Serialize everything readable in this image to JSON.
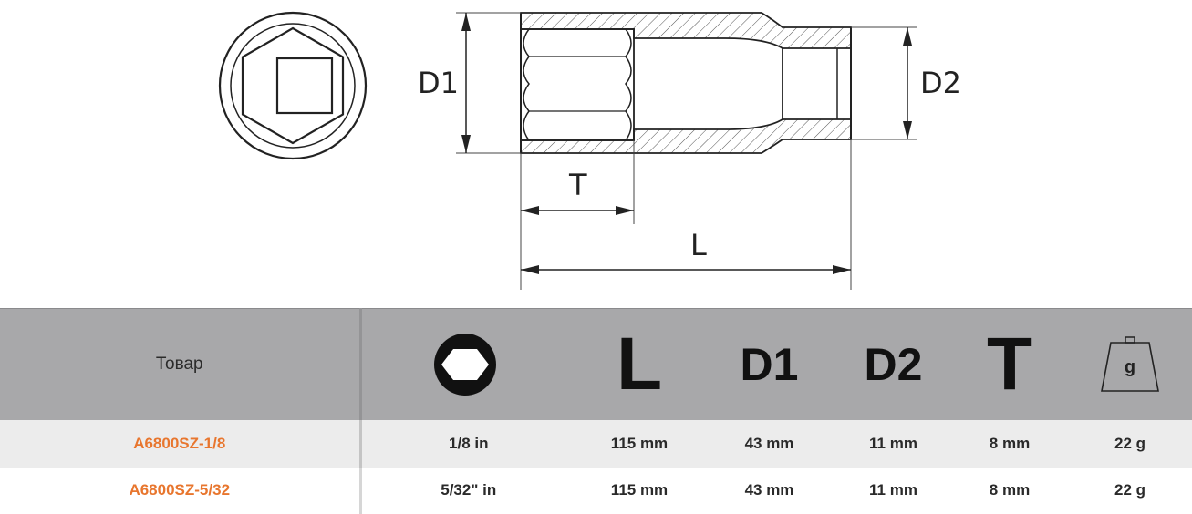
{
  "drawing": {
    "labels": {
      "d1": "D1",
      "d2": "D2",
      "t": "T",
      "l": "L"
    }
  },
  "table": {
    "header": {
      "product": "Товар",
      "icons": [
        {
          "name": "hexagon-drive-icon"
        },
        {
          "name": "length-icon",
          "glyph": "L"
        },
        {
          "name": "outer-diameter-1-icon",
          "glyph": "D1"
        },
        {
          "name": "outer-diameter-2-icon",
          "glyph": "D2"
        },
        {
          "name": "socket-depth-icon",
          "glyph": "T"
        },
        {
          "name": "weight-icon",
          "glyph": "g"
        }
      ]
    },
    "rows": [
      {
        "sku": "A6800SZ-1/8",
        "size": "1/8 in",
        "l": "115 mm",
        "d1": "43 mm",
        "d2": "11 mm",
        "t": "8 mm",
        "weight": "22 g"
      },
      {
        "sku": "A6800SZ-5/32",
        "size": "5/32\" in",
        "l": "115 mm",
        "d1": "43 mm",
        "d2": "11 mm",
        "t": "8 mm",
        "weight": "22 g"
      }
    ]
  },
  "colors": {
    "header_bg": "#a8a8aa",
    "sku": "#e8762e",
    "row_alt": "#ececec"
  }
}
